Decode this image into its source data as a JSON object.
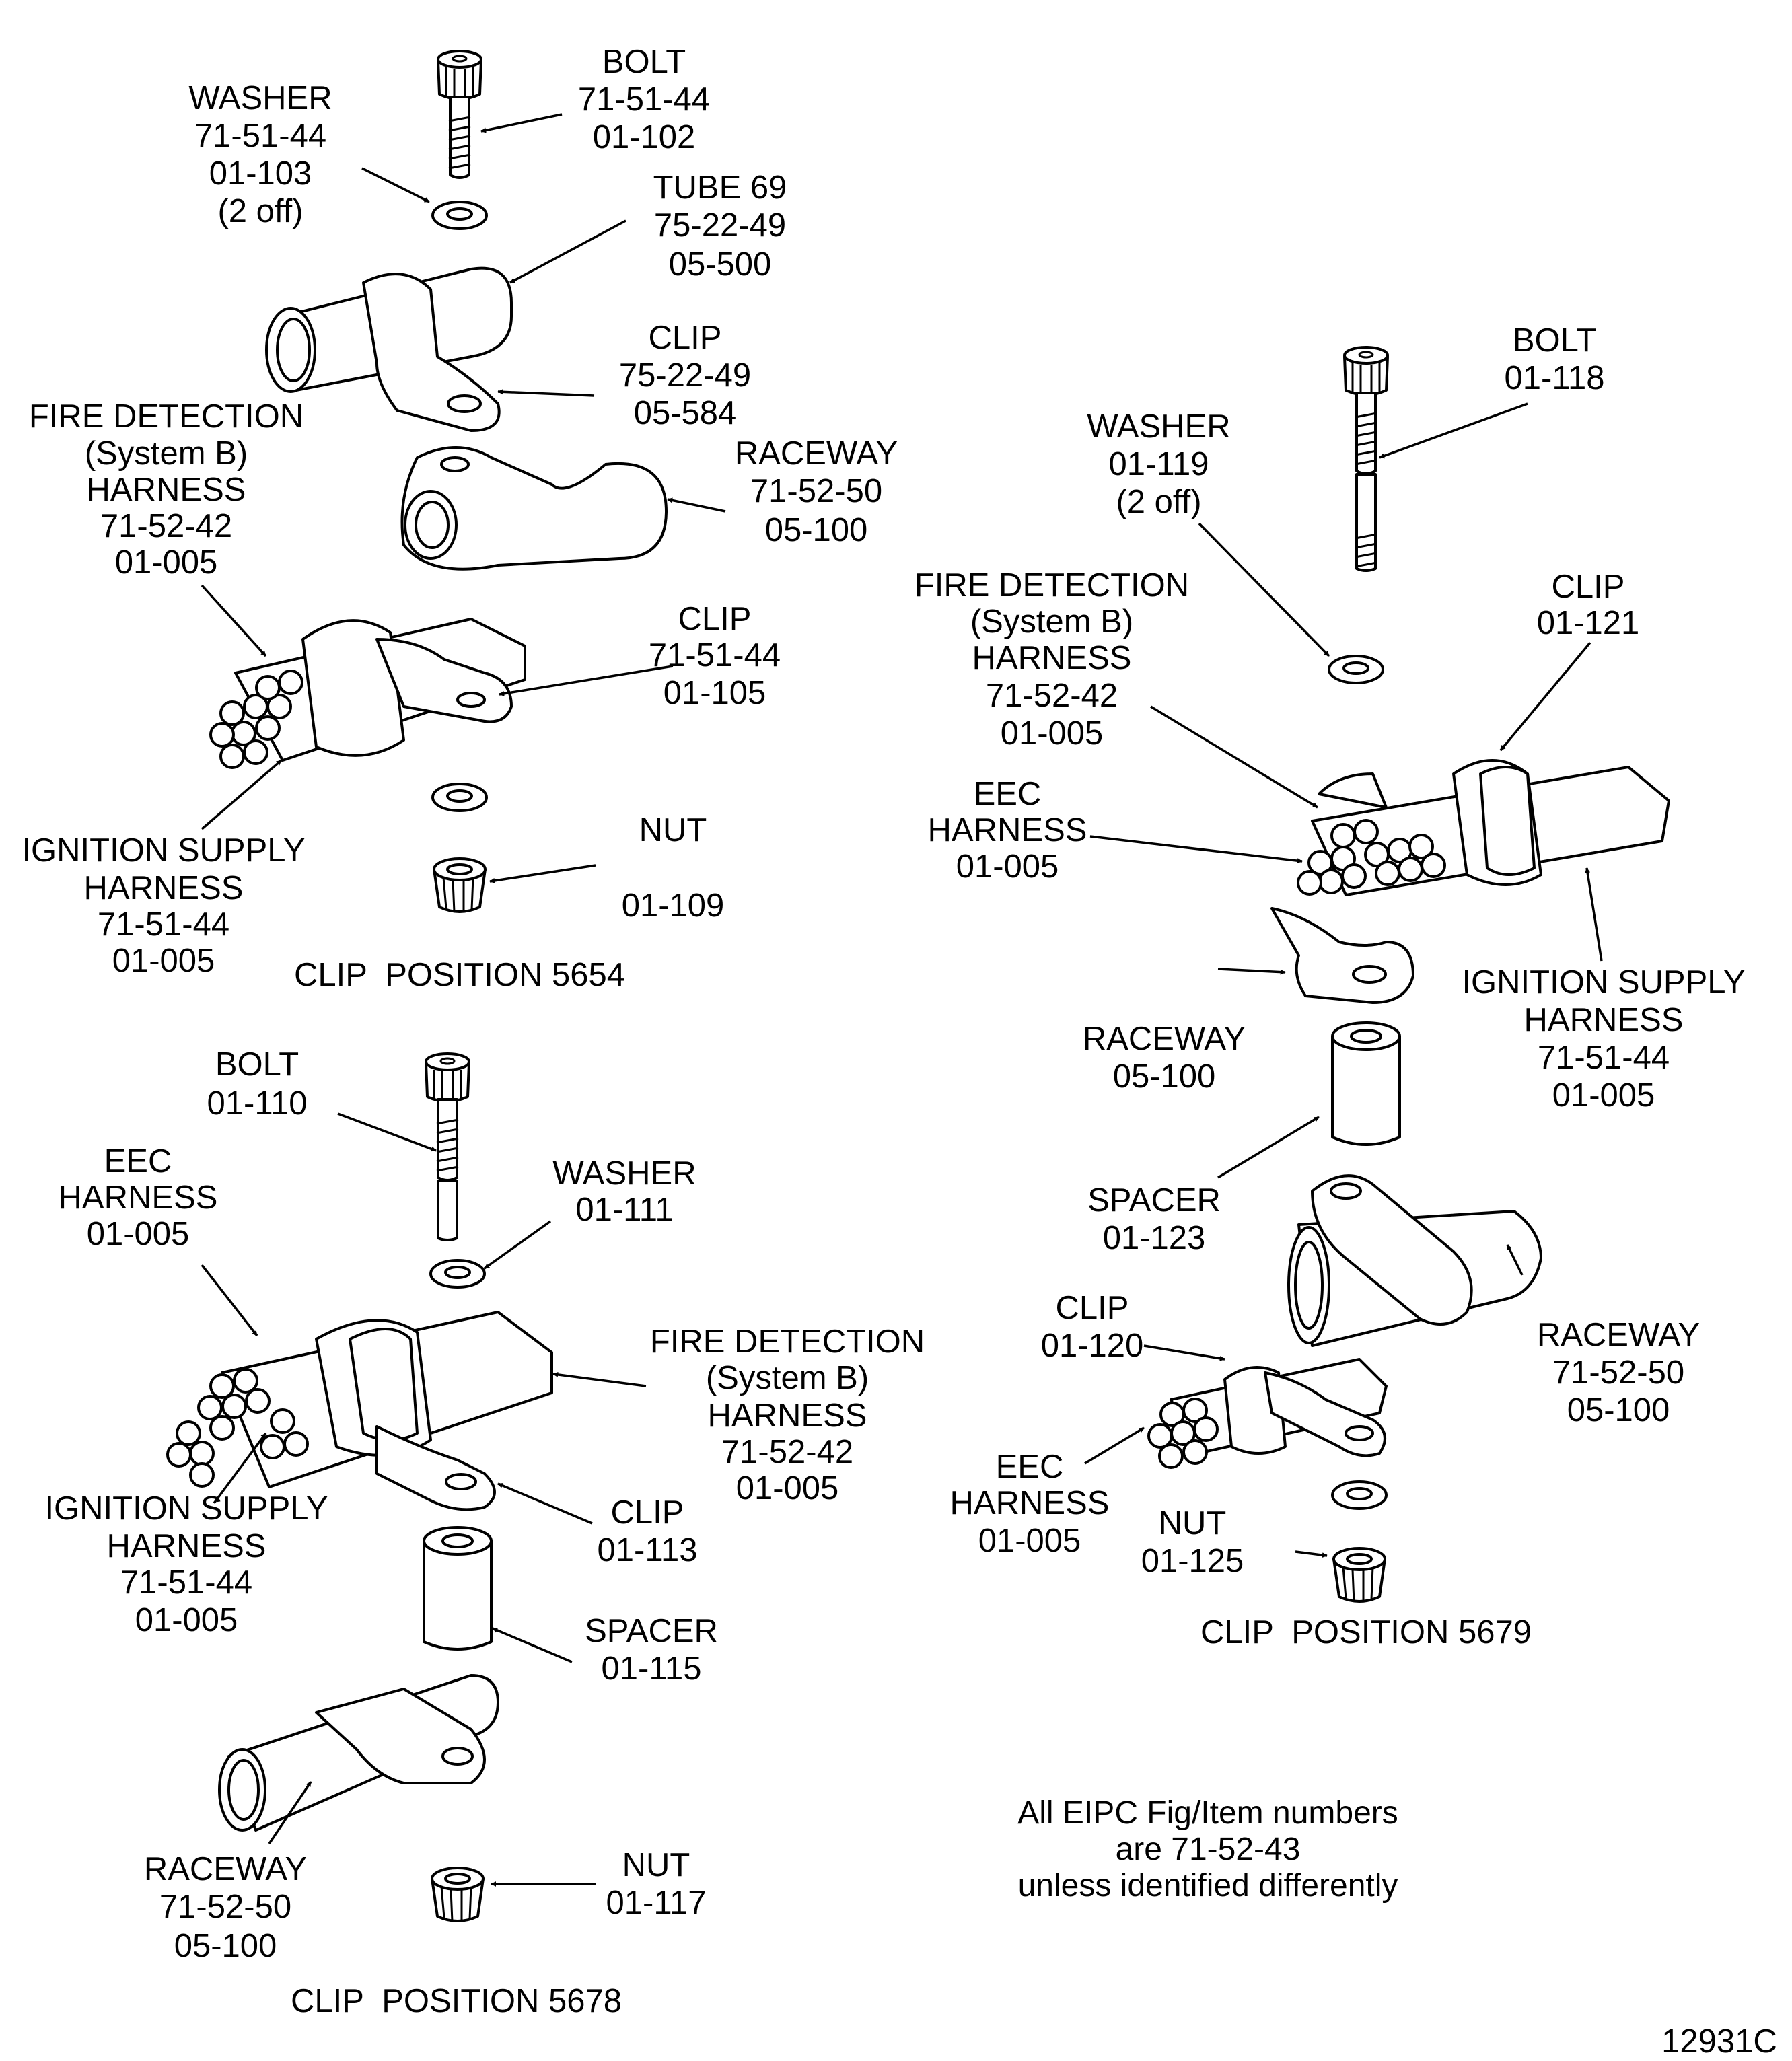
{
  "labels": {
    "p1_bolt": [
      "BOLT",
      "71-51-44",
      "01-102"
    ],
    "p1_washer": [
      "WASHER",
      "71-51-44",
      "01-103",
      "(2 off)"
    ],
    "p1_tube": [
      "TUBE 69",
      "75-22-49",
      "05-500"
    ],
    "p1_clip_a": [
      "CLIP",
      "75-22-49",
      "05-584"
    ],
    "p1_fire": [
      "FIRE DETECTION",
      "(System B)",
      "HARNESS",
      "71-52-42",
      "01-005"
    ],
    "p1_raceway": [
      "RACEWAY",
      "71-52-50",
      "05-100"
    ],
    "p1_clip_b": [
      "CLIP",
      "71-51-44",
      "01-105"
    ],
    "p1_ignition": [
      "IGNITION SUPPLY",
      "HARNESS",
      "71-51-44",
      "01-005"
    ],
    "p1_nut": [
      "NUT",
      "",
      "01-109"
    ],
    "p2_bolt": [
      "BOLT",
      "01-110"
    ],
    "p2_eec": [
      "EEC",
      "HARNESS",
      "01-005"
    ],
    "p2_washer": [
      "WASHER",
      "01-111"
    ],
    "p2_fire": [
      "FIRE DETECTION",
      "(System B)",
      "HARNESS",
      "71-52-42",
      "01-005"
    ],
    "p2_ignition": [
      "IGNITION SUPPLY",
      "HARNESS",
      "71-51-44",
      "01-005"
    ],
    "p2_clip": [
      "CLIP",
      "01-113"
    ],
    "p2_spacer": [
      "SPACER",
      "01-115"
    ],
    "p2_raceway": [
      "RACEWAY",
      "71-52-50",
      "05-100"
    ],
    "p2_nut": [
      "NUT",
      "01-117"
    ],
    "p3_bolt": [
      "BOLT",
      "01-118"
    ],
    "p3_washer": [
      "WASHER",
      "01-119",
      "(2 off)"
    ],
    "p3_fire": [
      "FIRE DETECTION",
      "(System B)",
      "HARNESS",
      "71-52-42",
      "01-005"
    ],
    "p3_clip_a": [
      "CLIP",
      "01-121"
    ],
    "p3_eec_a": [
      "EEC",
      "HARNESS",
      "01-005"
    ],
    "p3_ignition": [
      "IGNITION SUPPLY",
      "HARNESS",
      "71-51-44",
      "01-005"
    ],
    "p3_raceway_a": [
      "RACEWAY",
      "05-100"
    ],
    "p3_spacer": [
      "SPACER",
      "01-123"
    ],
    "p3_clip_b": [
      "CLIP",
      "01-120"
    ],
    "p3_raceway_b": [
      "RACEWAY",
      "71-52-50",
      "05-100"
    ],
    "p3_eec_b": [
      "EEC",
      "HARNESS",
      "01-005"
    ],
    "p3_nut": [
      "NUT",
      "01-125"
    ]
  },
  "captions": {
    "pos_5654": "CLIP  POSITION 5654",
    "pos_5678": "CLIP  POSITION 5678",
    "pos_5679": "CLIP  POSITION 5679"
  },
  "note": [
    "All EIPC Fig/Item numbers",
    "are 71-52-43",
    "unless identified differently"
  ],
  "figure_id": "12931C"
}
